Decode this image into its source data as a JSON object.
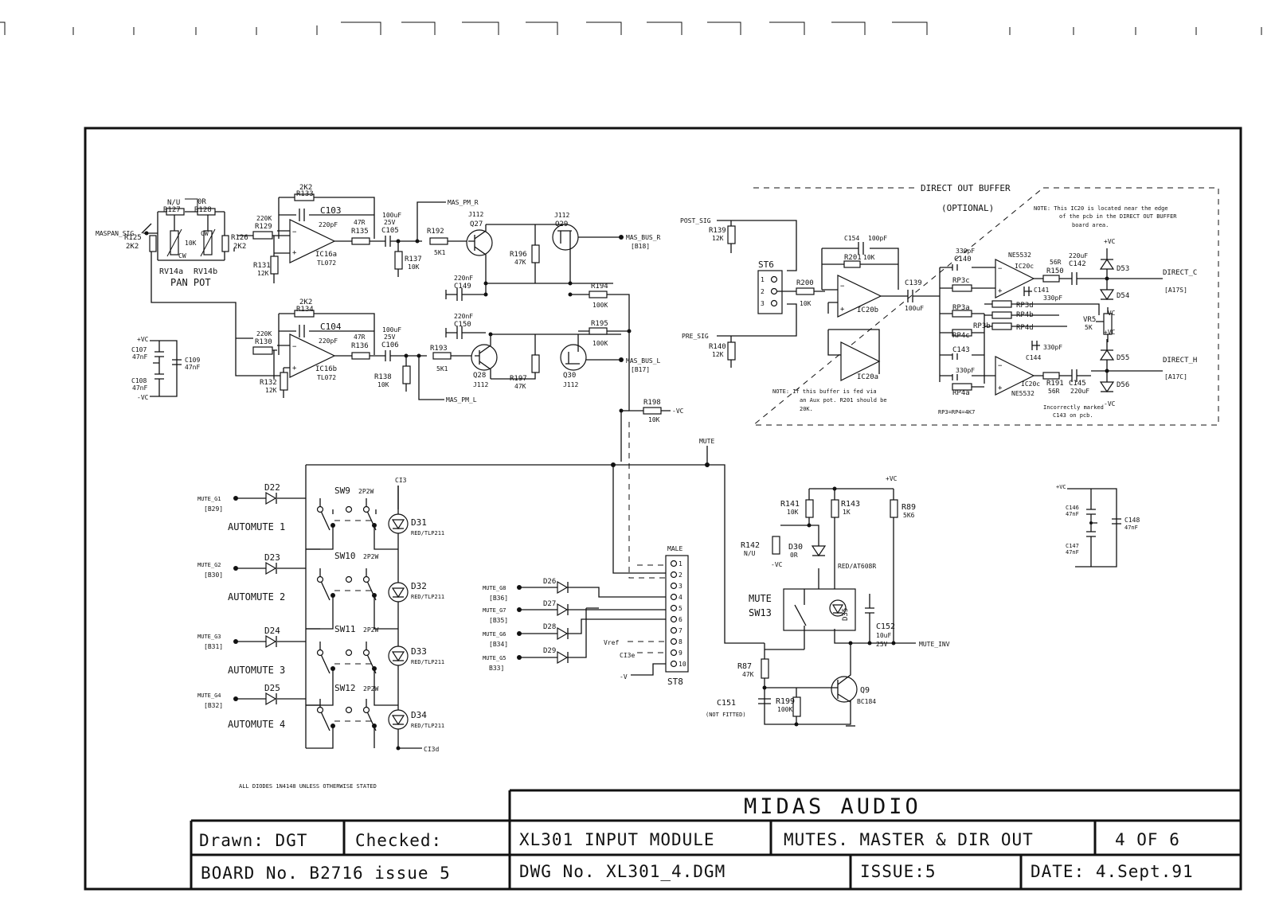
{
  "title_block": {
    "company": "MIDAS AUDIO",
    "drawn": "Drawn: DGT",
    "checked": "Checked:",
    "product": "XL301 INPUT MODULE",
    "sheet_title": "MUTES. MASTER & DIR OUT",
    "sheet_no": "4 OF 6",
    "board": "BOARD No. B2716 issue 5",
    "dwg": "DWG No. XL301_4.DGM",
    "issue": "ISSUE:5",
    "date": "DATE: 4.Sept.91"
  },
  "notes": {
    "diodes": "ALL DIODES 1N4148 UNLESS OTHERWISE STATED",
    "direct_out_title": "DIRECT OUT BUFFER",
    "optional": "(OPTIONAL)",
    "ic20_line1": "NOTE: This IC20 is located near the edge",
    "ic20_line2": "of the pcb in the DIRECT OUT BUFFER",
    "ic20_line3": "board area.",
    "buffer_line1": "NOTE: If this buffer is fed via",
    "buffer_line2": "an Aux pot. R201 should be",
    "buffer_line3": "20K.",
    "rp_note": "RP3=RP4=4K7",
    "c143_line1": "Incorrectly marked",
    "c143_line2": "C143 on pcb."
  },
  "signals": {
    "maspan_sig": "MASPAN_SIG",
    "pan_pot": "PAN POT",
    "mas_pm_r": "MAS_PM_R",
    "mas_pm_l": "MAS_PM_L",
    "mas_bus_r": "MAS_BUS_R",
    "mas_bus_r_ref": "[B18]",
    "mas_bus_l": "MAS_BUS_L",
    "mas_bus_l_ref": "[B17]",
    "post_sig": "POST_SIG",
    "pre_sig": "PRE_SIG",
    "direct_c": "DIRECT_C",
    "direct_c_ref": "[A17S]",
    "direct_h": "DIRECT_H",
    "direct_h_ref": "[A17C]",
    "mute": "MUTE",
    "mute_inv": "MUTE_INV",
    "vref": "Vref",
    "ci3e": "CI3e",
    "ci3d": "CI3d",
    "ci3": "CI3",
    "male": "MALE",
    "st8": "ST8",
    "st6": "ST6",
    "mute_sw": "MUTE",
    "sw13": "SW13",
    "not_fitted": "(NOT FITTED)"
  },
  "automutes": [
    {
      "label": "AUTOMUTE 1",
      "input": "MUTE_G1",
      "ref": "[B29]",
      "diode": "D22",
      "switch": "SW9",
      "led": "D31"
    },
    {
      "label": "AUTOMUTE 2",
      "input": "MUTE_G2",
      "ref": "[B30]",
      "diode": "D23",
      "switch": "SW10",
      "led": "D32"
    },
    {
      "label": "AUTOMUTE 3",
      "input": "MUTE_G3",
      "ref": "[B31]",
      "diode": "D24",
      "switch": "SW11",
      "led": "D33"
    },
    {
      "label": "AUTOMUTE 4",
      "input": "MUTE_G4",
      "ref": "[B32]",
      "diode": "D25",
      "switch": "SW12",
      "led": "D34"
    }
  ],
  "switch_type": "2P2W",
  "led_type": "RED/TLP211",
  "st8_inputs": [
    {
      "label": "MUTE_G8",
      "ref": "[B36]",
      "diode": "D26"
    },
    {
      "label": "MUTE_G7",
      "ref": "[B35]",
      "diode": "D27"
    },
    {
      "label": "MUTE_G6",
      "ref": "[B34]",
      "diode": "D28"
    },
    {
      "label": "MUTE_G5",
      "ref": "B33]",
      "diode": "D29"
    }
  ],
  "st8_pins": [
    "1",
    "2",
    "3",
    "4",
    "5",
    "6",
    "7",
    "8",
    "9",
    "10"
  ],
  "st6_pins": [
    "1",
    "2",
    "3"
  ],
  "components": {
    "R127": "R127",
    "R127v": "N/U",
    "R128": "R128",
    "R128v": "0R",
    "R125": "R125",
    "R125v": "2K2",
    "R126": "R126",
    "R126v": "2K2",
    "RV14a": "RV14a",
    "RV14b": "RV14b",
    "cw": "CW",
    "rv10k": "10K",
    "R133": "R133",
    "R133v": "2K2",
    "C103": "C103",
    "C103v": "220pF",
    "R129": "R129",
    "R129v": "220K",
    "R131": "R131",
    "R131v": "12K",
    "IC16a": "IC16a",
    "tl072": "TL072",
    "R135": "R135",
    "r47": "47R",
    "C105": "C105",
    "c100": "100uF",
    "v25": "25V",
    "R137": "R137",
    "r10k": "10K",
    "R192": "R192",
    "r5k1": "5K1",
    "Q27": "Q27",
    "Q29": "Q29",
    "j112": "J112",
    "R196": "R196",
    "r47k": "47K",
    "C149": "C149",
    "c220n": "220nF",
    "R194": "R194",
    "r100k": "100K",
    "R134": "R134",
    "R134v": "2K2",
    "C104": "C104",
    "C104v": "220pF",
    "R130": "R130",
    "R130v": "220K",
    "R132": "R132",
    "R132v": "12K",
    "IC16b": "IC16b",
    "R136": "R136",
    "C106": "C106",
    "R138": "R138",
    "R193": "R193",
    "Q28": "Q28",
    "Q30": "Q30",
    "R197": "R197",
    "C150": "C150",
    "R195": "R195",
    "R198": "R198",
    "C107": "C107",
    "C108": "C108",
    "C109": "C109",
    "c47n": "47nF",
    "vc": "+VC",
    "nvc": "-VC",
    "R139": "R139",
    "R140": "R140",
    "r12k": "12K",
    "R200": "R200",
    "R201": "R201",
    "C154": "C154",
    "C154v": "100pF",
    "IC20b": "IC20b",
    "IC20a": "IC20a",
    "C139": "C139",
    "c100uf": "100uF",
    "C140": "C140",
    "c330p": "330pF",
    "RP3c": "RP3c",
    "RP3a": "RP3a",
    "RP4c": "RP4c",
    "RP4a": "RP4a",
    "C143": "C143",
    "RP3d": "RP3d",
    "RP4b": "RP4b",
    "RP3b": "RP3b",
    "RP4d": "RP4d",
    "ne5532": "NE5532",
    "IC20c": "IC20c",
    "R150": "R150",
    "r56r": "56R",
    "C142": "C142",
    "c220u": "220uF",
    "C141": "C141",
    "C144": "C144",
    "R191": "R191",
    "C145": "C145",
    "VR5": "VR5",
    "vr5k": "5K",
    "D53": "D53",
    "D54": "D54",
    "D55": "D55",
    "D56": "D56",
    "R141": "R141",
    "R143": "R143",
    "r1k": "1K",
    "R89": "R89",
    "r5k6": "5K6",
    "R142": "R142",
    "r142v": "N/U",
    "D30": "D30",
    "d30v": "0R",
    "red_at": "RED/AT608R",
    "D35": "D35",
    "C152": "C152",
    "c10u": "10uF",
    "R87": "R87",
    "R199": "R199",
    "C151": "C151",
    "Q9": "Q9",
    "bc184": "BC184",
    "C146": "C146",
    "C148": "C148",
    "C147": "C147"
  }
}
